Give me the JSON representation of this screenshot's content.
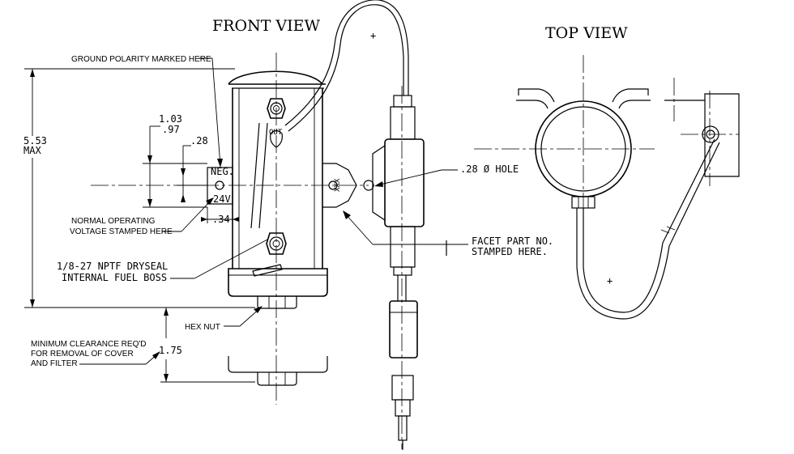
{
  "views": {
    "front": "FRONT VIEW",
    "top": "TOP VIEW"
  },
  "callouts": {
    "ground_polarity": "GROUND POLARITY MARKED HERE",
    "voltage_1": "NORMAL OPERATING",
    "voltage_2": "VOLTAGE STAMPED HERE",
    "boss_1": "1/8-27 NPTF DRYSEAL",
    "boss_2": "INTERNAL FUEL BOSS",
    "hex_nut": "HEX NUT",
    "clearance_1": "MINIMUM CLEARANCE REQ'D",
    "clearance_2": "FOR REMOVAL OF COVER",
    "clearance_3": "AND FILTER",
    "hole": ".28 Ø HOLE",
    "part_no_1": "FACET PART NO.",
    "part_no_2": "STAMPED HERE."
  },
  "dimensions": {
    "height": "5.53",
    "height_note": "MAX",
    "clearance": "1.75",
    "offset_max": "1.03",
    "offset_min": ".97",
    "offset_small": ".28",
    "width_small": ".34"
  },
  "markings": {
    "neg": "NEG.",
    "volts": "24V",
    "out": "OUT",
    "part_stamp": "XXX"
  },
  "wire_polarity": {
    "front": "+",
    "top": "+"
  }
}
